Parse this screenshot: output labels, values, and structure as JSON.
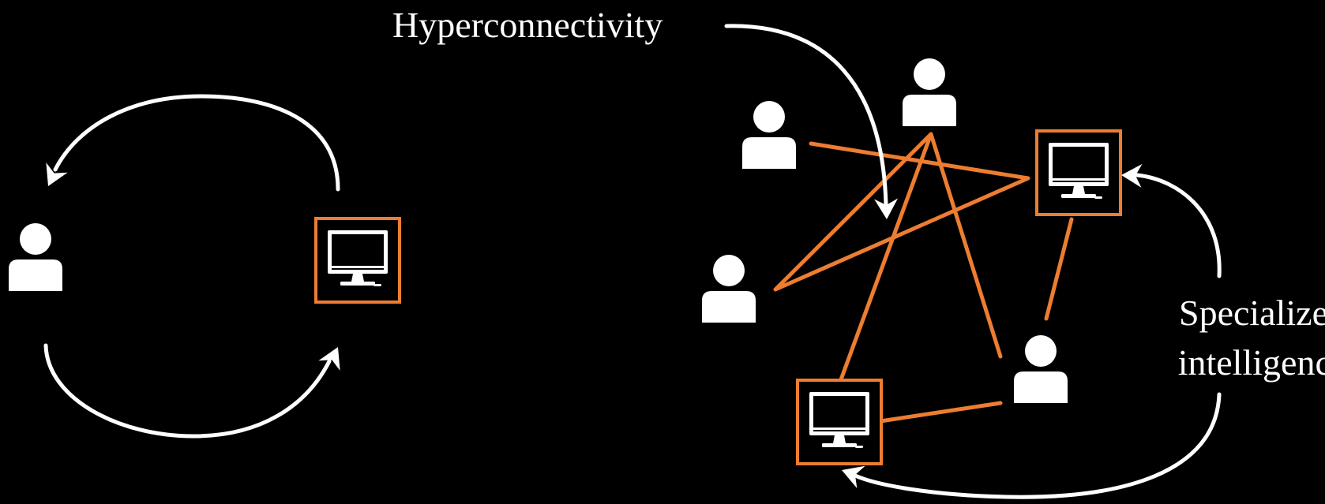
{
  "labels": {
    "hyperconnectivity": "Hyperconnectivity",
    "specialized_line1": "Specialized",
    "specialized_line2": "intelligence"
  },
  "icons": {
    "person": "person-icon",
    "computer": "computer-icon"
  },
  "colors": {
    "background": "#000000",
    "foreground": "#ffffff",
    "accent": "#ed7d31"
  }
}
